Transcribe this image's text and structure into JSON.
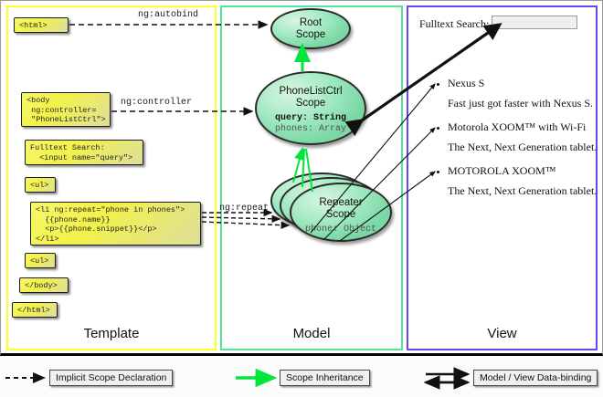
{
  "columns": [
    {
      "key": "template",
      "label": "Template",
      "border_color": "#ffff2e"
    },
    {
      "key": "model",
      "label": "Model",
      "border_color": "#53e39a"
    },
    {
      "key": "view",
      "label": "View",
      "border_color": "#6a44ee"
    }
  ],
  "template": {
    "boxes": [
      {
        "name": "html-open-box",
        "text": "<html>"
      },
      {
        "name": "body-box",
        "text": "<body\n ng:controller=\n \"PhoneListCtrl\">"
      },
      {
        "name": "search-box",
        "text": "Fulltext Search:\n  <input name=\"query\">"
      },
      {
        "name": "ul-open-box",
        "text": "<ul>"
      },
      {
        "name": "li-repeat-box",
        "text": "<li ng:repeat=\"phone in phones\">\n  {{phone.name}}\n  <p>{{phone.snippet}}</p>\n</li>"
      },
      {
        "name": "ul-close-box",
        "text": "<ul>"
      },
      {
        "name": "body-close-box",
        "text": "</body>"
      },
      {
        "name": "html-close-box",
        "text": "</html>"
      }
    ]
  },
  "connector_labels": [
    {
      "name": "ng-autobind-label",
      "text": "ng:autobind"
    },
    {
      "name": "ng-controller-label",
      "text": "ng:controller"
    },
    {
      "name": "ng-repeat-label",
      "text": "ng:repeat"
    }
  ],
  "model": {
    "scopes": [
      {
        "name": "root-scope",
        "title": "Root\nScope",
        "props": []
      },
      {
        "name": "phonelistctrl-scope",
        "title": "PhoneListCtrl\nScope",
        "props": [
          {
            "text": "query: String",
            "emphasis": "bold"
          },
          {
            "text": "phones: Array",
            "emphasis": "dim"
          }
        ]
      },
      {
        "name": "repeater-scope",
        "title": "Repeater\nScope",
        "props": [
          {
            "text": "phone: Object",
            "emphasis": "dim"
          }
        ],
        "stacked": 3
      }
    ]
  },
  "view": {
    "search_label": "Fulltext Search:",
    "search_value": "",
    "items": [
      {
        "title": "Nexus S",
        "snippet": "Fast just got faster with Nexus S."
      },
      {
        "title": "Motorola XOOM™  with Wi-Fi",
        "snippet": "The Next, Next Generation tablet."
      },
      {
        "title": "MOTOROLA XOOM™",
        "snippet": "The Next, Next Generation tablet."
      }
    ]
  },
  "legend": [
    {
      "name": "legend-implicit-scope",
      "label": "Implicit Scope Declaration",
      "style": "dashed-black"
    },
    {
      "name": "legend-scope-inherit",
      "label": "Scope Inheritance",
      "style": "solid-green"
    },
    {
      "name": "legend-data-binding",
      "label": "Model / View Data-binding",
      "style": "double-black"
    }
  ],
  "colors": {
    "template_border": "#ffff2e",
    "model_border": "#53e39a",
    "view_border": "#6a44ee",
    "scope_fill": "#9fe8bf",
    "inheritance_arrow": "#00e63c",
    "code_box_fill": "#f2f24a"
  }
}
